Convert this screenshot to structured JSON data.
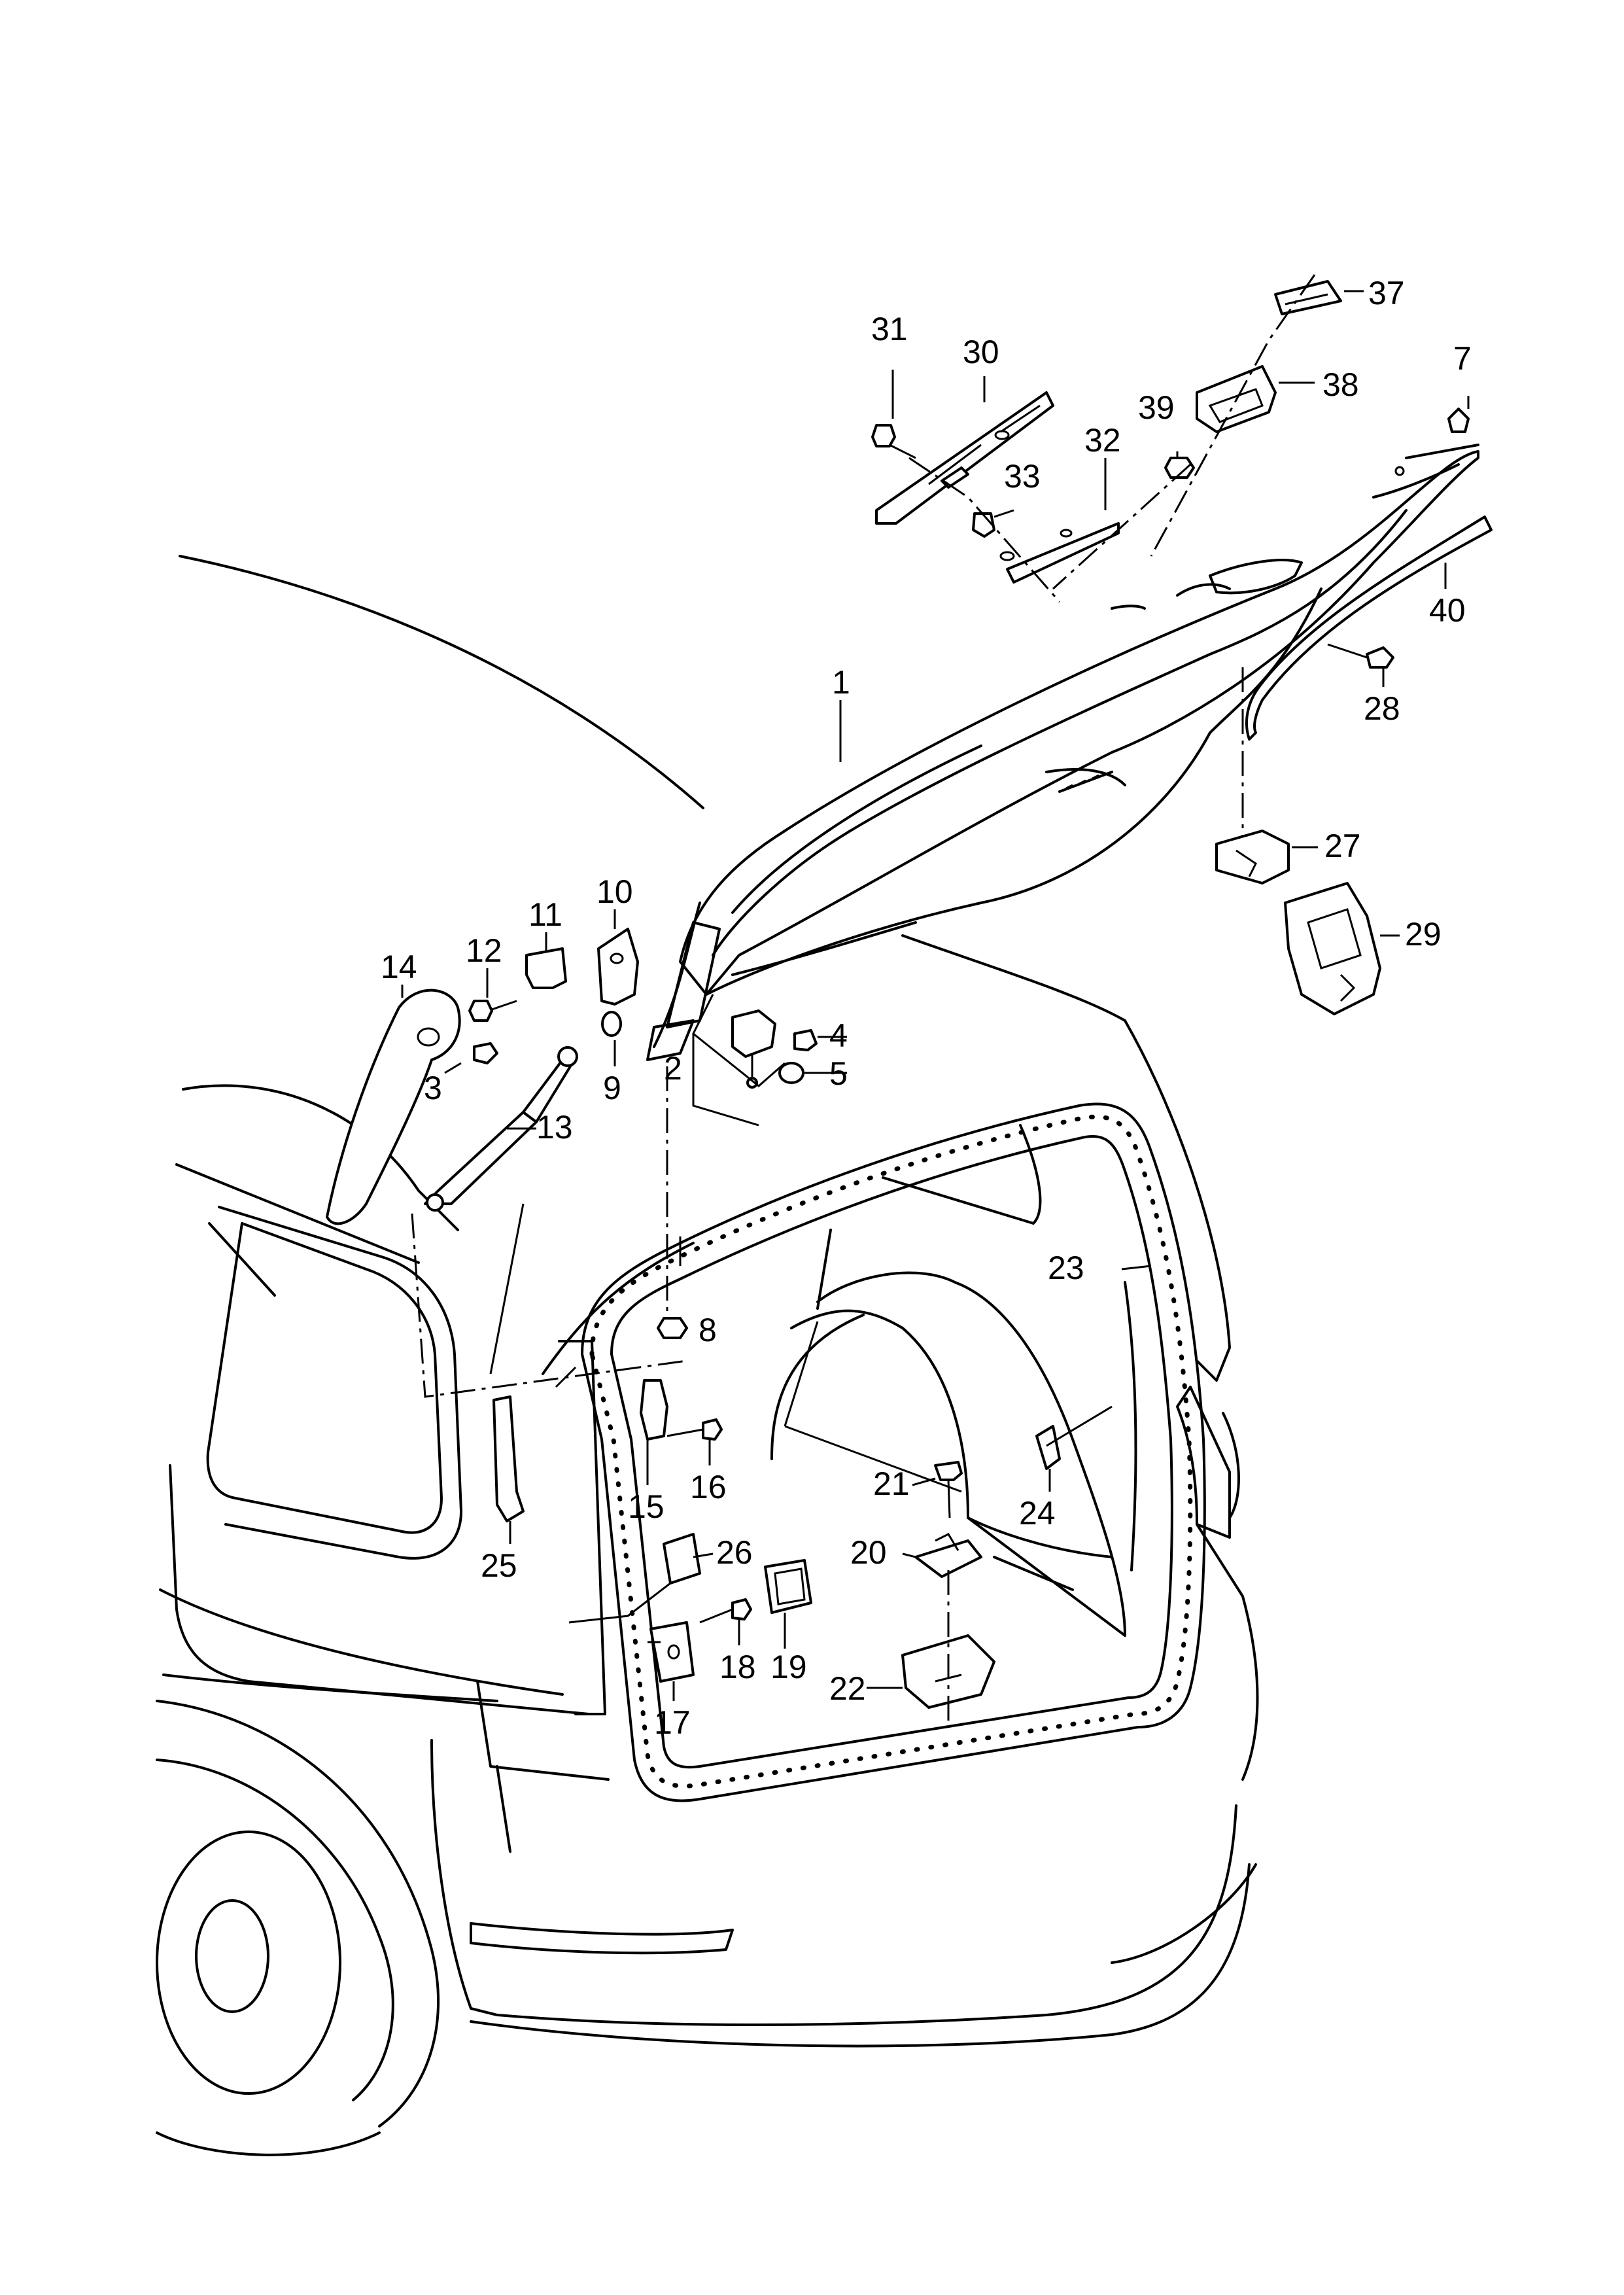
{
  "callouts": {
    "c1": "1",
    "c2": "2",
    "c3": "3",
    "c4": "4",
    "c5": "5",
    "c7": "7",
    "c8": "8",
    "c9": "9",
    "c10": "10",
    "c11": "11",
    "c12": "12",
    "c13": "13",
    "c14": "14",
    "c15": "15",
    "c16": "16",
    "c17": "17",
    "c18": "18",
    "c19": "19",
    "c20": "20",
    "c21": "21",
    "c22": "22",
    "c23": "23",
    "c24": "24",
    "c25": "25",
    "c26": "26",
    "c27": "27",
    "c28": "28",
    "c29": "29",
    "c30": "30",
    "c31": "31",
    "c32": "32",
    "c33": "33",
    "c37": "37",
    "c38": "38",
    "c39": "39",
    "c40": "40"
  }
}
